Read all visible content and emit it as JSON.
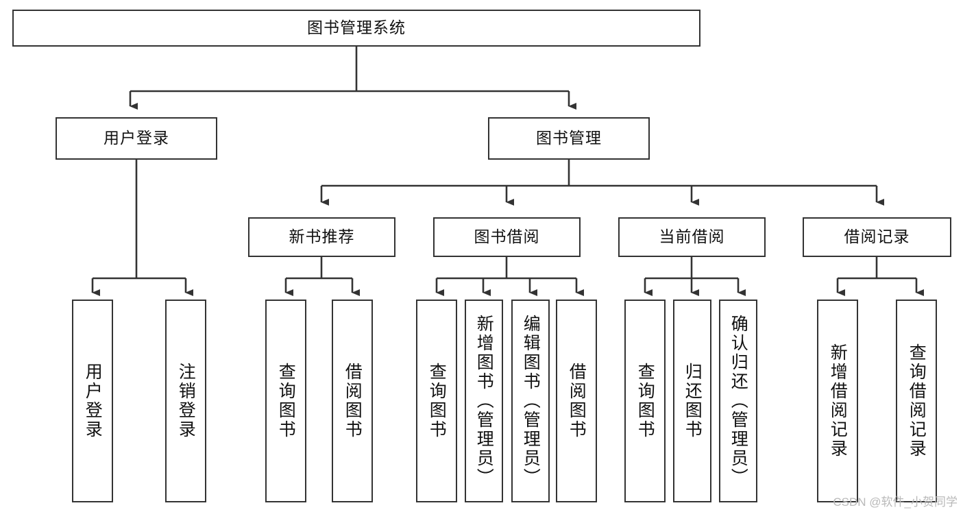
{
  "diagram": {
    "type": "tree",
    "title": "图书管理系统",
    "orientation": "top-down",
    "colors": {
      "box_border": "#333333",
      "box_fill": "#ffffff",
      "edge": "#333333",
      "text": "#111111",
      "watermark": "#b9b9b9"
    },
    "nodes": {
      "root": {
        "label": "图书管理系统"
      },
      "level2": [
        {
          "id": "user-login",
          "label": "用户登录"
        },
        {
          "id": "book-management",
          "label": "图书管理"
        }
      ],
      "level3": [
        {
          "id": "new-book-recommend",
          "label": "新书推荐"
        },
        {
          "id": "book-borrow",
          "label": "图书借阅"
        },
        {
          "id": "current-borrow",
          "label": "当前借阅"
        },
        {
          "id": "borrow-record",
          "label": "借阅记录"
        }
      ],
      "leaves": {
        "user_login": [
          {
            "id": "leaf-user-login",
            "label": "用户登录"
          },
          {
            "id": "leaf-user-logout",
            "label": "注销登录"
          }
        ],
        "new_book_recommend": [
          {
            "id": "leaf-query-book-1",
            "label": "查询图书"
          },
          {
            "id": "leaf-borrow-book-1",
            "label": "借阅图书"
          }
        ],
        "book_borrow": [
          {
            "id": "leaf-query-book-2",
            "label": "查询图书"
          },
          {
            "id": "leaf-add-book",
            "label": "新增图书（管理员）"
          },
          {
            "id": "leaf-edit-book",
            "label": "编辑图书（管理员）"
          },
          {
            "id": "leaf-borrow-book-2",
            "label": "借阅图书"
          }
        ],
        "current_borrow": [
          {
            "id": "leaf-query-book-3",
            "label": "查询图书"
          },
          {
            "id": "leaf-return-book",
            "label": "归还图书"
          },
          {
            "id": "leaf-confirm-return",
            "label": "确认归还（管理员）"
          }
        ],
        "borrow_record": [
          {
            "id": "leaf-add-record",
            "label": "新增借阅记录"
          },
          {
            "id": "leaf-query-record",
            "label": "查询借阅记录"
          }
        ]
      }
    }
  },
  "watermark": {
    "text": "CSDN @软件_小贺同学"
  }
}
